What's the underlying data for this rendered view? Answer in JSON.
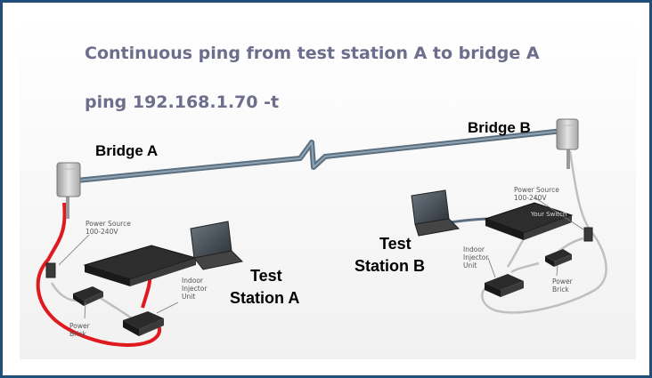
{
  "title": "Continuous ping from test station A to bridge A",
  "command": "ping 192.168.1.70 -t",
  "labels": {
    "bridge_a": "Bridge A",
    "bridge_b": "Bridge B",
    "test_station_a_line1": "Test",
    "test_station_a_line2": "Station A",
    "test_station_b_line1": "Test",
    "test_station_b_line2": "Station B"
  },
  "small_labels": {
    "power_source_left": "Power Source\n100-240V",
    "indoor_injector_left": "Indoor\nInjector\nUnit",
    "power_brick_left": "Power\nBrick",
    "power_source_right": "Power Source\n100-240V",
    "your_switch": "Your Switch",
    "indoor_injector_right": "Indoor\nInjector\nUnit",
    "power_brick_right": "Power\nBrick"
  },
  "colors": {
    "border": "#1f4e79",
    "heading": "#6d6d8c",
    "link": "#5b6f80",
    "poe_cable": "#e0191f",
    "grey_cable": "#bfbfbf",
    "device": "#2a2a2a"
  }
}
